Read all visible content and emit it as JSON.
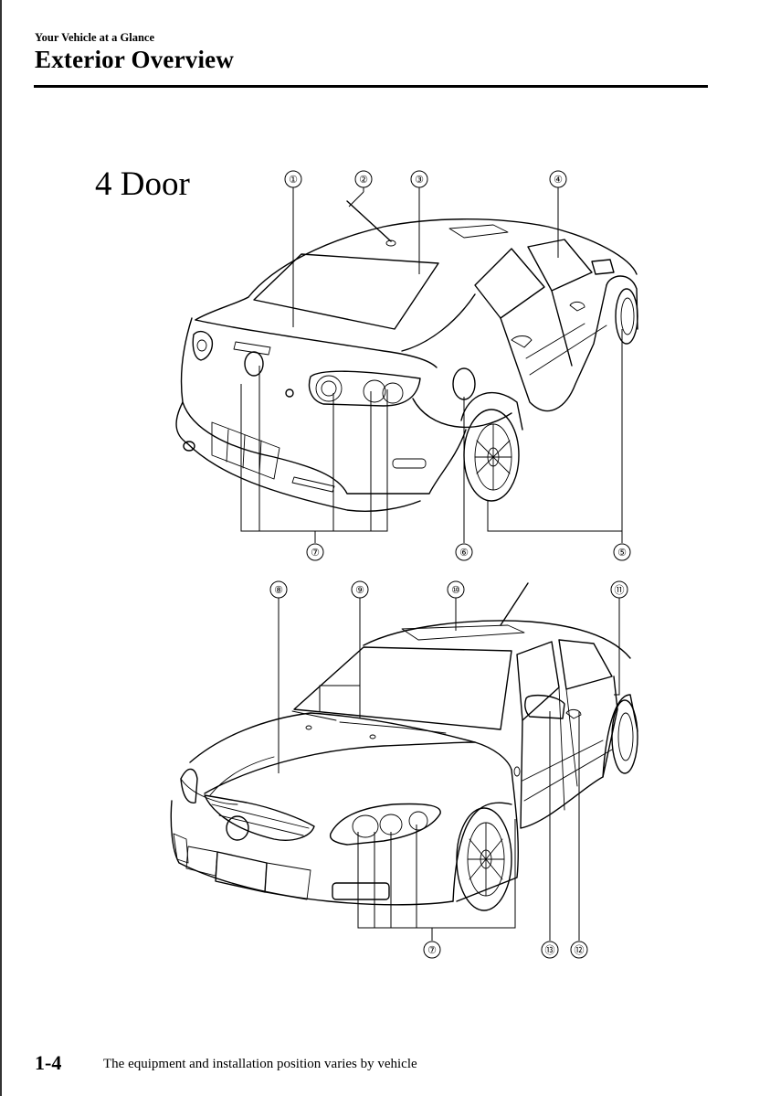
{
  "header": {
    "section": "Your Vehicle at a Glance",
    "title": "Exterior Overview"
  },
  "variant": "4 Door",
  "rear_view": {
    "callouts": [
      {
        "number": "①"
      },
      {
        "number": "②"
      },
      {
        "number": "③"
      },
      {
        "number": "④"
      },
      {
        "number": "⑤"
      },
      {
        "number": "⑥"
      },
      {
        "number": "⑦"
      }
    ]
  },
  "front_view": {
    "callouts": [
      {
        "number": "⑧"
      },
      {
        "number": "⑨"
      },
      {
        "number": "⑩"
      },
      {
        "number": "⑪"
      },
      {
        "number": "⑦"
      },
      {
        "number": "⑬"
      },
      {
        "number": "⑫"
      }
    ]
  },
  "footer": {
    "page_number": "1-4",
    "note": "The equipment and installation position varies by vehicle"
  }
}
